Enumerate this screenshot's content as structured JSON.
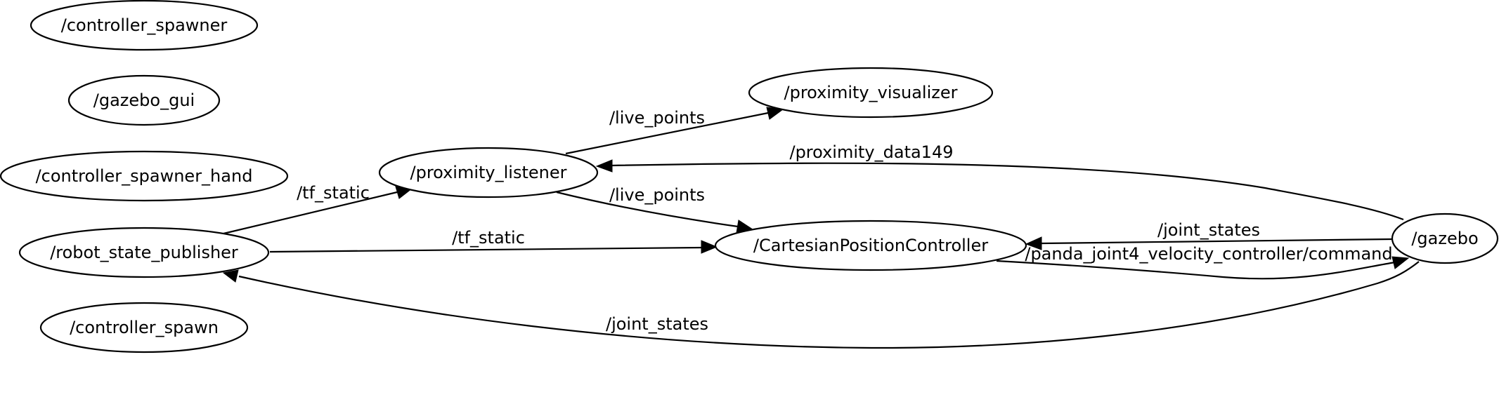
{
  "nodes": [
    {
      "id": "controller_spawner",
      "label": "/controller_spawner"
    },
    {
      "id": "gazebo_gui",
      "label": "/gazebo_gui"
    },
    {
      "id": "controller_spawner_hand",
      "label": "/controller_spawner_hand"
    },
    {
      "id": "robot_state_publisher",
      "label": "/robot_state_publisher"
    },
    {
      "id": "controller_spawn",
      "label": "/controller_spawn"
    },
    {
      "id": "proximity_listener",
      "label": "/proximity_listener"
    },
    {
      "id": "proximity_visualizer",
      "label": "/proximity_visualizer"
    },
    {
      "id": "cartesian_position_controller",
      "label": "/CartesianPositionController"
    },
    {
      "id": "gazebo",
      "label": "/gazebo"
    }
  ],
  "edges": [
    {
      "id": "e1",
      "from": "robot_state_publisher",
      "to": "proximity_listener",
      "label": "/tf_static"
    },
    {
      "id": "e2",
      "from": "robot_state_publisher",
      "to": "cartesian_position_controller",
      "label": "/tf_static"
    },
    {
      "id": "e3",
      "from": "proximity_listener",
      "to": "proximity_visualizer",
      "label": "/live_points"
    },
    {
      "id": "e4",
      "from": "proximity_listener",
      "to": "cartesian_position_controller",
      "label": "/live_points"
    },
    {
      "id": "e5",
      "from": "gazebo",
      "to": "proximity_listener",
      "label": "/proximity_data149"
    },
    {
      "id": "e6",
      "from": "gazebo",
      "to": "cartesian_position_controller",
      "label": "/joint_states"
    },
    {
      "id": "e7",
      "from": "cartesian_position_controller",
      "to": "gazebo",
      "label": "/panda_joint4_velocity_controller/command"
    },
    {
      "id": "e8",
      "from": "gazebo",
      "to": "robot_state_publisher",
      "label": "/joint_states"
    }
  ]
}
